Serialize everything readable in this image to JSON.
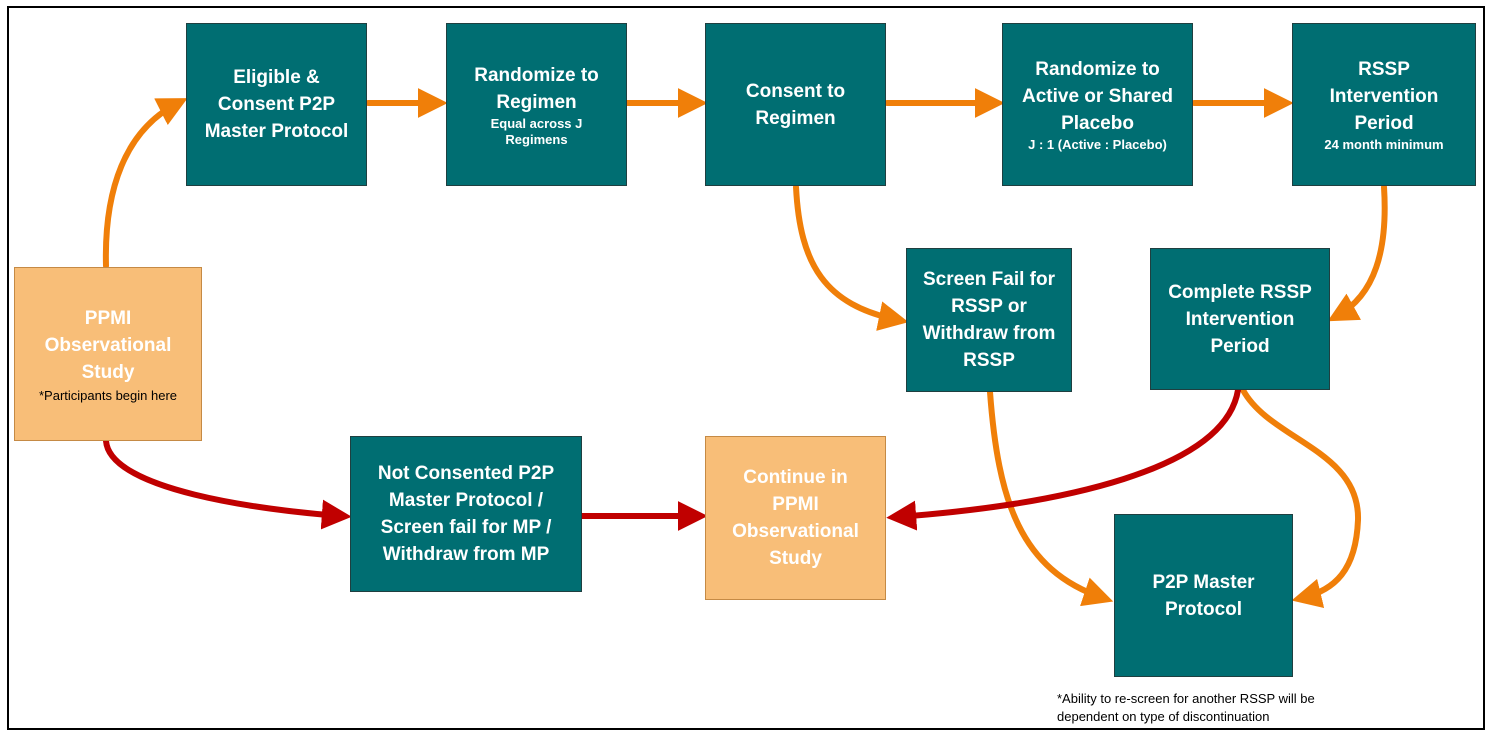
{
  "nodes": {
    "ppmi": {
      "title": "PPMI Observational Study",
      "sub": "*Participants begin here"
    },
    "eligible": {
      "title": "Eligible & Consent P2P Master Protocol"
    },
    "randomize_regimen": {
      "title": "Randomize to Regimen",
      "sub": "Equal across J Regimens"
    },
    "consent_regimen": {
      "title": "Consent to Regimen"
    },
    "randomize_active": {
      "title": "Randomize to Active or Shared Placebo",
      "sub": "J : 1 (Active : Placebo)"
    },
    "rssp_period": {
      "title": "RSSP Intervention Period",
      "sub": "24 month minimum"
    },
    "screen_fail": {
      "title": "Screen Fail for RSSP or Withdraw from RSSP"
    },
    "complete_rssp": {
      "title": "Complete RSSP Intervention Period"
    },
    "not_consented": {
      "title": "Not Consented P2P Master Protocol / Screen fail for MP / Withdraw from MP"
    },
    "continue_ppmi": {
      "title": "Continue in PPMI Observational Study"
    },
    "p2p_master": {
      "title": "P2P Master Protocol"
    }
  },
  "footnote": "*Ability to re-screen for another RSSP will be dependent on type of discontinuation",
  "colors": {
    "teal": "#006e72",
    "light_orange": "#f8be78",
    "arrow_orange": "#f07f09",
    "arrow_red": "#c00000"
  }
}
